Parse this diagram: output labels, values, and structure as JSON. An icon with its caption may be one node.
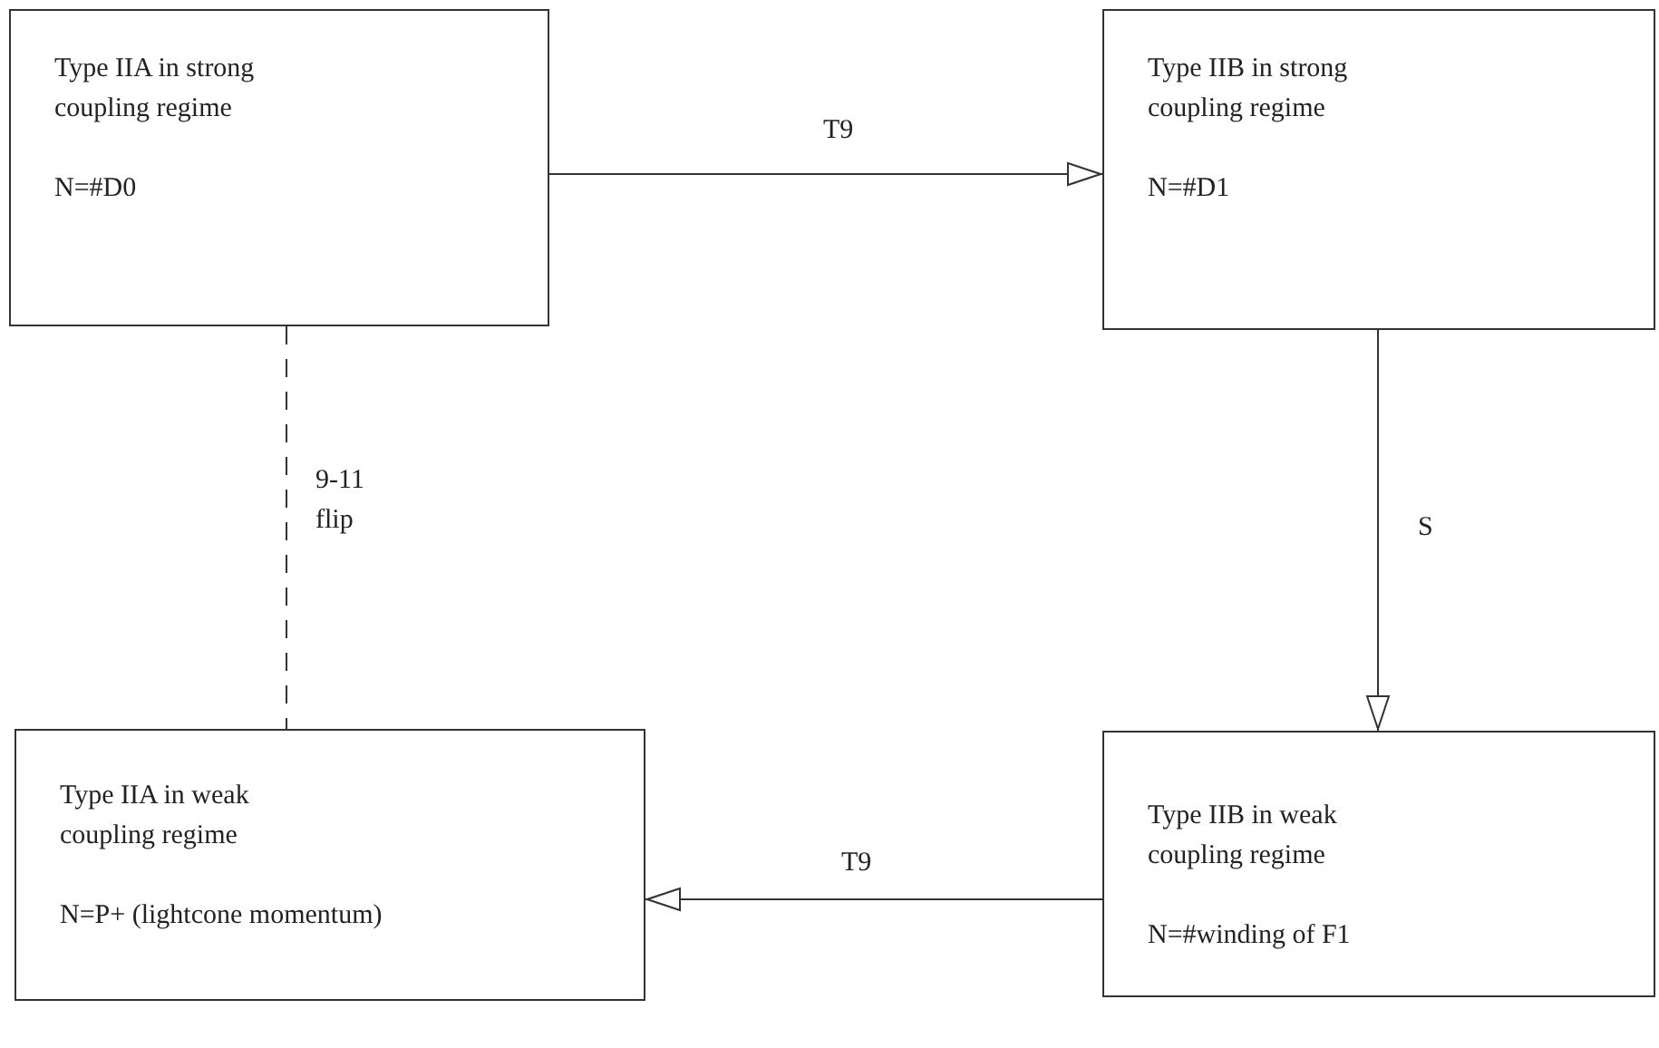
{
  "diagram": {
    "nodes": [
      {
        "text": [
          "Type IIA in strong coupling regime",
          "N=#D0"
        ]
      },
      {
        "text": [
          "Type IIB in strong coupling regime",
          "N=#D1"
        ]
      },
      {
        "text": [
          "Type IIA in weak coupling regime",
          "N=P+ (lightcone momentum)"
        ]
      },
      {
        "text": [
          "Type IIB in weak coupling regime",
          "N=#winding of F1"
        ]
      }
    ],
    "edges": [
      {
        "from": 0,
        "to": 1,
        "arrow": "to",
        "label": "T9"
      },
      {
        "from": 1,
        "to": 3,
        "arrow": "to",
        "label": "S"
      },
      {
        "from": 3,
        "to": 2,
        "arrow": "to",
        "label": "T9"
      },
      {
        "from": 0,
        "to": 2,
        "arrow": "none",
        "label": "9-11 flip",
        "style": "dashed"
      }
    ]
  }
}
